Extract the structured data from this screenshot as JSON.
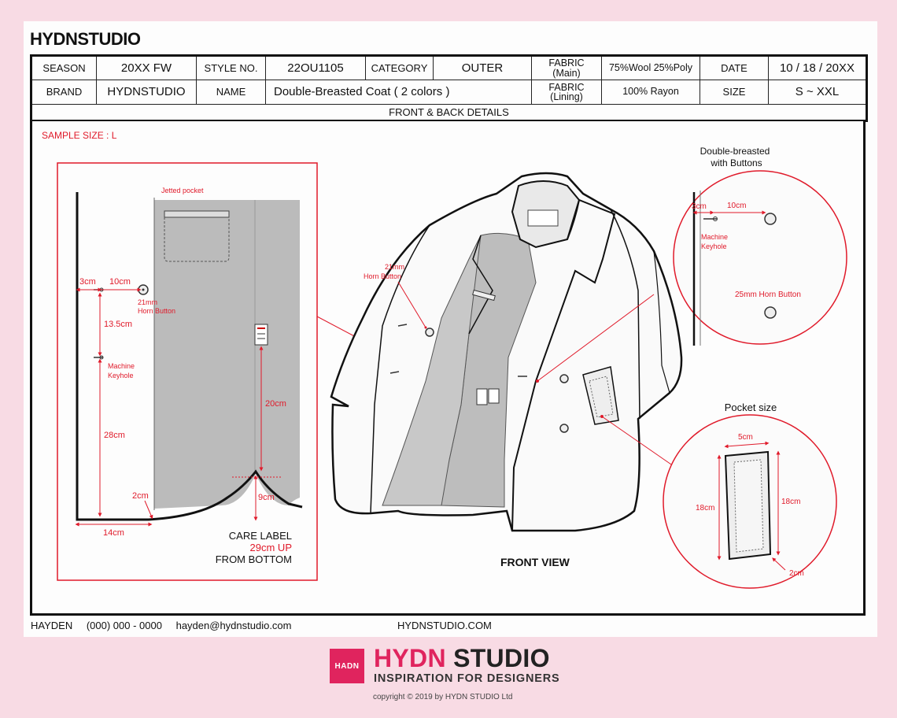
{
  "header": {
    "brand_title": "HYDNSTUDIO"
  },
  "spec": {
    "season_label": "SEASON",
    "season": "20XX FW",
    "style_label": "STYLE NO.",
    "style": "22OU1105",
    "category_label": "CATEGORY",
    "category": "OUTER",
    "fabric_main_label_1": "FABRIC",
    "fabric_main_label_2": "(Main)",
    "fabric_main": "75%Wool 25%Poly",
    "date_label": "DATE",
    "date": "10 / 18 / 20XX",
    "brand_label": "BRAND",
    "brand": "HYDNSTUDIO",
    "name_label": "NAME",
    "name": "Double-Breasted Coat ( 2 colors )",
    "fabric_lining_label_1": "FABRIC",
    "fabric_lining_label_2": "(Lining)",
    "fabric_lining": "100% Rayon",
    "size_label": "SIZE",
    "size": "S ~ XXL",
    "section_title": "FRONT & BACK DETAILS"
  },
  "detail": {
    "sample_size": "SAMPLE SIZE : L",
    "jetted_pocket": "Jetted pocket",
    "dim_3cm": "3cm",
    "dim_10cm": "10cm",
    "horn_21_1": "21mm",
    "horn_21_2": "Horn Button",
    "dim_13_5cm": "13.5cm",
    "keyhole_1": "Machine",
    "keyhole_2": "Keyhole",
    "dim_28cm": "28cm",
    "dim_20cm": "20cm",
    "dim_2cm": "2cm",
    "dim_9cm": "9cm",
    "dim_14cm": "14cm",
    "care_1": "CARE LABEL",
    "care_2": "29cm UP",
    "care_3": "FROM BOTTOM"
  },
  "front": {
    "horn_1": "21mm",
    "horn_2": "Horn Button",
    "view_label": "FRONT VIEW"
  },
  "zoom_buttons": {
    "title_1": "Double-breasted",
    "title_2": "with Buttons",
    "dim_3cm": "3cm",
    "dim_10cm": "10cm",
    "keyhole_1": "Machine",
    "keyhole_2": "Keyhole",
    "horn": "25mm Horn Button"
  },
  "zoom_pocket": {
    "title": "Pocket size",
    "dim_5cm": "5cm",
    "dim_18cm_left": "18cm",
    "dim_18cm_right": "18cm",
    "dim_2cm": "2cm"
  },
  "footer": {
    "name": "HAYDEN",
    "phone": "(000) 000 - 0000",
    "email": "hayden@hydnstudio.com",
    "site": "HYDNSTUDIO.COM"
  },
  "logo": {
    "mark": "HADN",
    "name_accent": "HYDN",
    "name_rest": " STUDIO",
    "tagline": "INSPIRATION FOR DESIGNERS",
    "copyright": "copyright © 2019 by HYDN STUDIO Ltd"
  },
  "colors": {
    "accent_red": "#e01a2a",
    "brand_pink": "#e0245e",
    "background": "#f8dbe4",
    "lining_gray": "#b9b9b9"
  }
}
